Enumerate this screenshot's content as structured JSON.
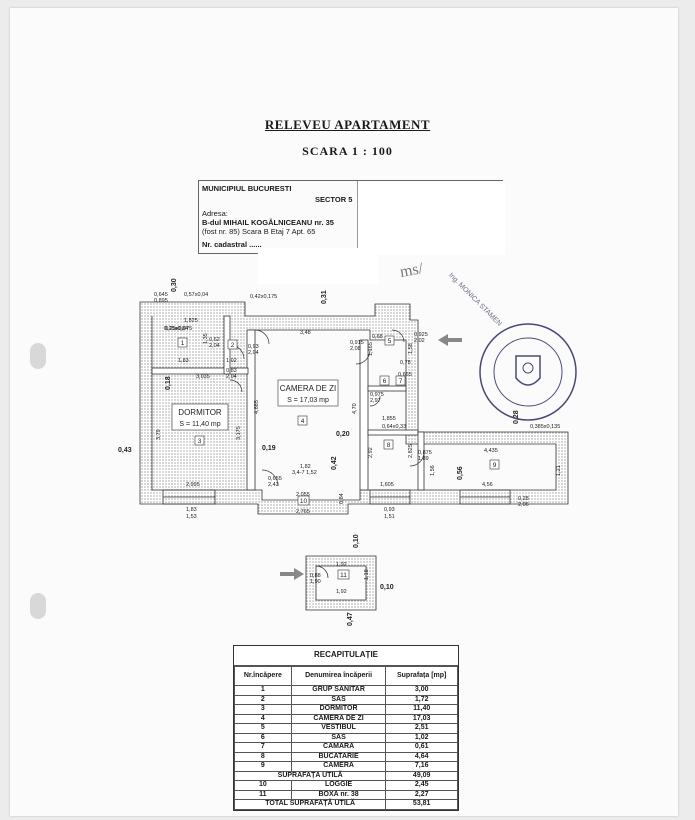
{
  "document": {
    "title": "RELEVEU APARTAMENT",
    "scale": "SCARA  1 : 100"
  },
  "header": {
    "municipality": "MUNICIPIUL BUCURESTI",
    "sector": "SECTOR 5",
    "address_label": "Adresa:",
    "street": "B-dul MIHAIL KOGĂLNICEANU nr. 35",
    "former": "(fost nr. 85)  Scara B  Etaj 7  Apt. 65",
    "cadastral": "Nr. cadastral ......"
  },
  "stamp": {
    "signature": "ms/",
    "engineer": "Ing. MONICA STAMEN"
  },
  "plan": {
    "rooms": [
      {
        "number": "1",
        "label": ""
      },
      {
        "number": "2",
        "label": ""
      },
      {
        "number": "3",
        "label": "DORMITOR",
        "area": "S = 11,40 mp"
      },
      {
        "number": "4",
        "label": "CAMERA DE ZI",
        "area": "S = 17,03 mp"
      },
      {
        "number": "5",
        "label": ""
      },
      {
        "number": "6",
        "label": ""
      },
      {
        "number": "7",
        "label": ""
      },
      {
        "number": "8",
        "label": ""
      },
      {
        "number": "9",
        "label": ""
      },
      {
        "number": "10",
        "label": ""
      },
      {
        "number": "11",
        "label": ""
      }
    ],
    "dimensions": [
      "0,645",
      "0,895",
      "0,30",
      "0,57x0,04",
      "0,42x0,175",
      "0,31",
      "0,25x0,075",
      "1,825",
      "1,35",
      "1,83",
      "0,62",
      "2,04",
      "0,93",
      "2,04",
      "3,48",
      "0,915",
      "2,08",
      "1,165",
      "0,68",
      "0,925",
      "2,02",
      "1,58",
      "3,035",
      "1,02",
      "0,83",
      "2,04",
      "0,18",
      "4,885",
      "3,79",
      "3,175",
      "0,43",
      "0,19",
      "2,995",
      "1,83",
      "1,53",
      "0,20",
      "4,70",
      "0,42",
      "1,82",
      "3,4-7 1,52",
      "0,655",
      "2,43",
      "2,055",
      "0,84",
      "2,765",
      "0,665",
      "0,975",
      "2,97",
      "1,855",
      "0,64x0,33",
      "2,92",
      "2,825",
      "0,875",
      "1,89",
      "1,56",
      "1,605",
      "0,56",
      "4,435",
      "0,385x0,135",
      "1,21",
      "4,56",
      "0,28",
      "2,06",
      "0,93",
      "1,51",
      "0,10",
      "0,88",
      "1,90",
      "1,92",
      "1,18",
      "1,92",
      "0,10",
      "0,47",
      "0,28",
      "0,78",
      "0,25x0,84"
    ]
  },
  "recap": {
    "caption": "RECAPITULAȚIE",
    "headers": [
      "Nr.încăpere",
      "Denumirea încăperii",
      "Suprafața [mp]"
    ],
    "rows": [
      [
        "1",
        "GRUP SANITAR",
        "3,00"
      ],
      [
        "2",
        "SAS",
        "1,72"
      ],
      [
        "3",
        "DORMITOR",
        "11,40"
      ],
      [
        "4",
        "CAMERA DE ZI",
        "17,03"
      ],
      [
        "5",
        "VESTIBUL",
        "2,51"
      ],
      [
        "6",
        "SAS",
        "1,02"
      ],
      [
        "7",
        "CAMARA",
        "0,61"
      ],
      [
        "8",
        "BUCATARIE",
        "4,64"
      ],
      [
        "9",
        "CAMERA",
        "7,16"
      ]
    ],
    "useful_label": "SUPRAFAȚA UTILĂ",
    "useful_value": "49,09",
    "extra_rows": [
      [
        "10",
        "LOGGIE",
        "2,45"
      ],
      [
        "11",
        "BOXA nr. 38",
        "2,27"
      ]
    ],
    "total_label": "TOTAL SUPRAFAȚĂ UTILĂ",
    "total_value": "53,81"
  }
}
